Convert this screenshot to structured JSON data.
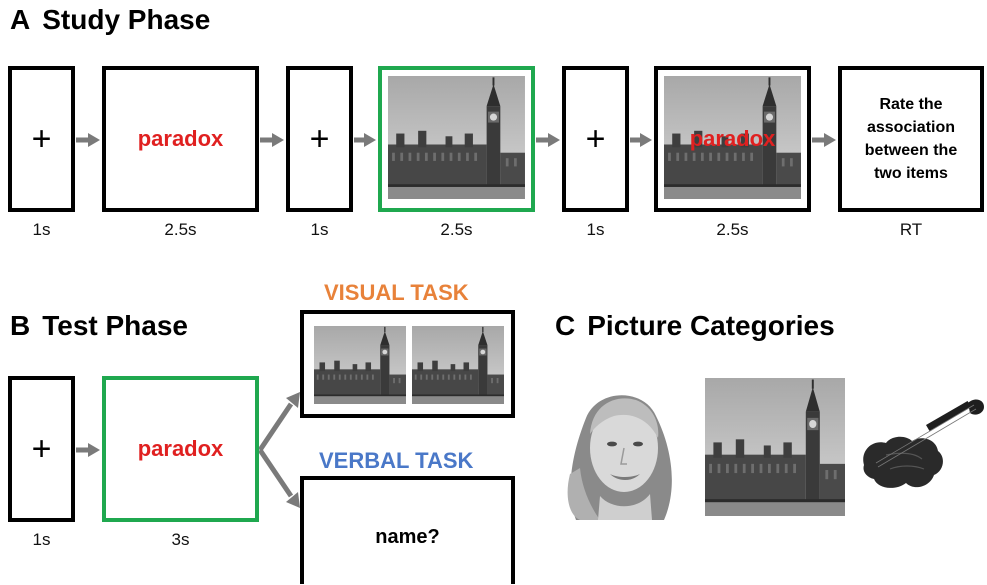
{
  "study_phase": {
    "letter": "A",
    "title": "Study Phase",
    "fixation": "+",
    "word": "paradox",
    "overlay_word": "paradox",
    "rating_prompt": [
      "Rate the",
      "association",
      "between the",
      "two items"
    ],
    "durations": [
      "1s",
      "2.5s",
      "1s",
      "2.5s",
      "1s",
      "2.5s",
      "RT"
    ]
  },
  "test_phase": {
    "letter": "B",
    "title": "Test Phase",
    "fixation": "+",
    "word": "paradox",
    "durations": [
      "1s",
      "3s"
    ],
    "visual_task": {
      "label": "VISUAL TASK",
      "color": "#e8823a"
    },
    "verbal_task": {
      "label": "VERBAL TASK",
      "color": "#4a78c8",
      "prompt": "name?"
    }
  },
  "picture_categories": {
    "letter": "C",
    "title": "Picture Categories",
    "items": [
      "face-photo",
      "building-photo",
      "instrument-photo"
    ]
  },
  "colors": {
    "highlight_border": "#1fa84f",
    "word": "#e02020",
    "arrow": "#7a7a7a"
  }
}
